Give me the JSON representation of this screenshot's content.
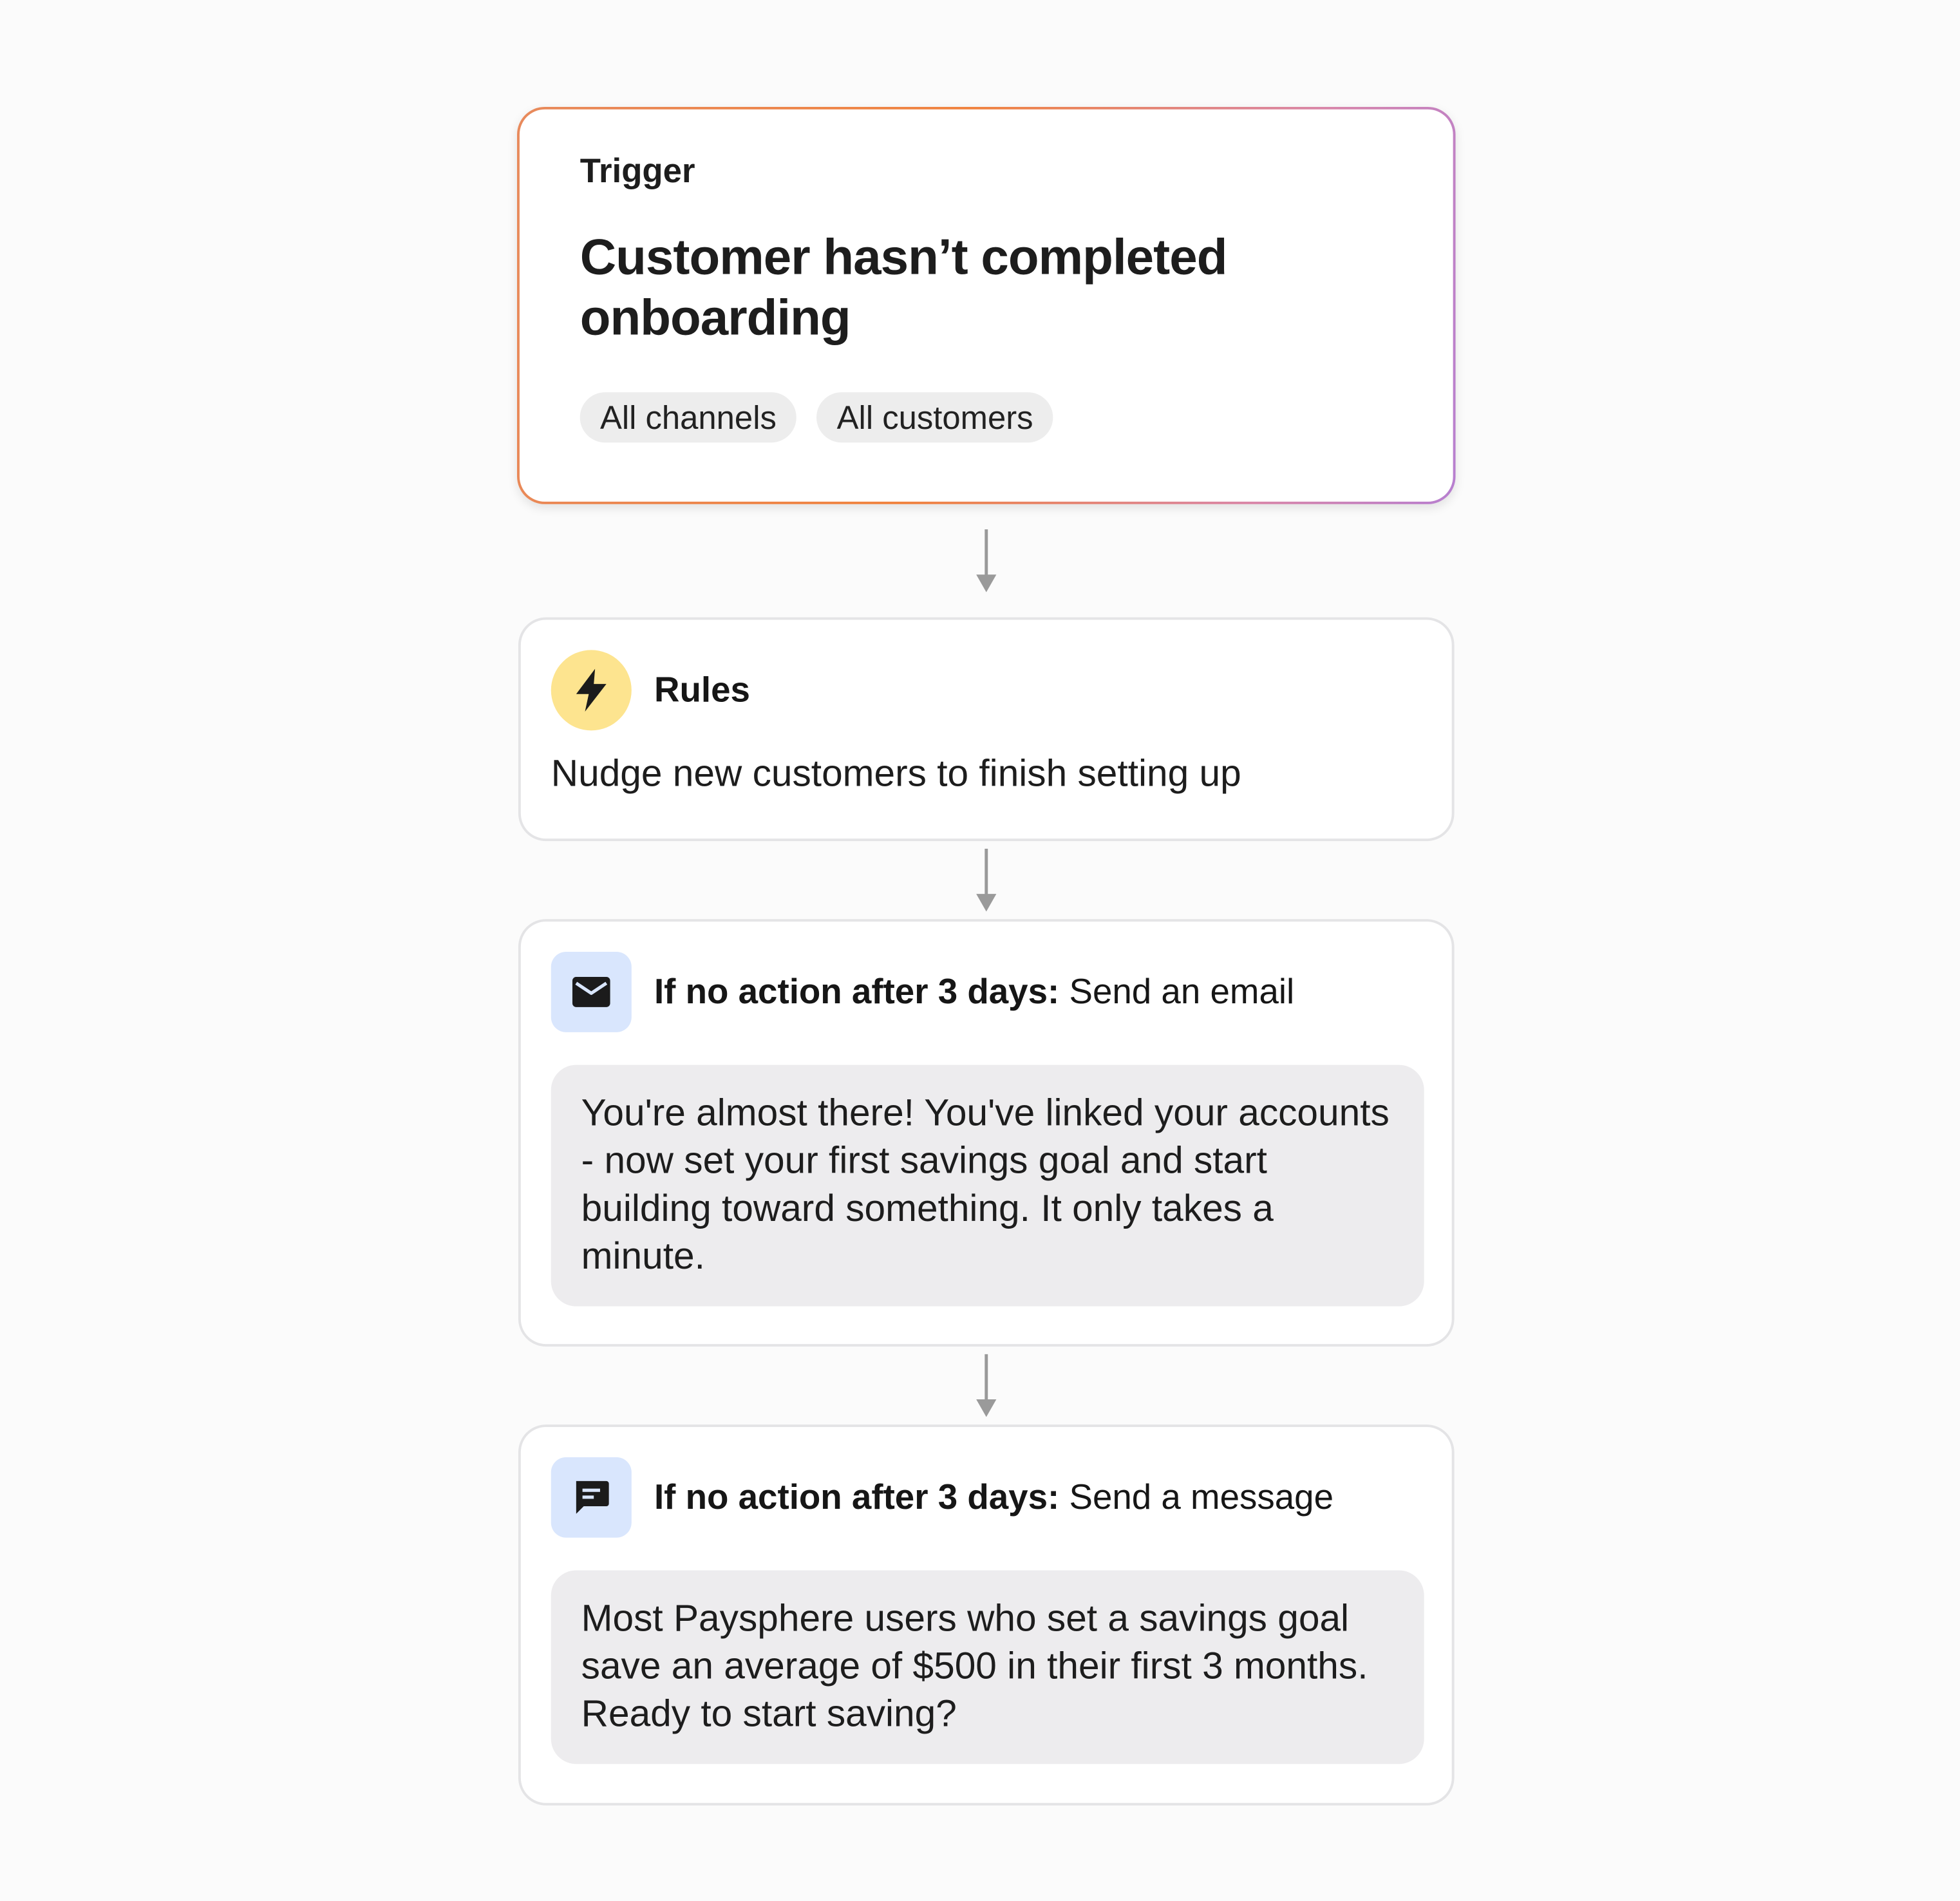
{
  "trigger": {
    "label": "Trigger",
    "title": "Customer hasn’t completed onboarding",
    "chips": [
      "All channels",
      "All customers"
    ]
  },
  "rules": {
    "title": "Rules",
    "description": "Nudge new customers to finish setting up",
    "icon": "lightning-bolt-icon"
  },
  "steps": [
    {
      "condition": "If no action after 3 days:",
      "action": "Send an email",
      "icon": "envelope-icon",
      "message": "You're almost there! You've linked your accounts - now set your first savings goal and start building toward something. It only takes a minute."
    },
    {
      "condition": "If no action after 3 days:",
      "action": "Send a message",
      "icon": "chat-message-icon",
      "message": "Most Paysphere users who set a savings goal save an average of $500 in their first 3 months. Ready to start saving?"
    }
  ],
  "colors": {
    "rules_icon_bg": "#fde48f",
    "step_icon_bg": "#d9e6fd",
    "message_bg": "#edecee",
    "trigger_border_gradient": [
      "#e88a5c",
      "#f0833f",
      "#d987a9",
      "#b77fd0"
    ]
  }
}
